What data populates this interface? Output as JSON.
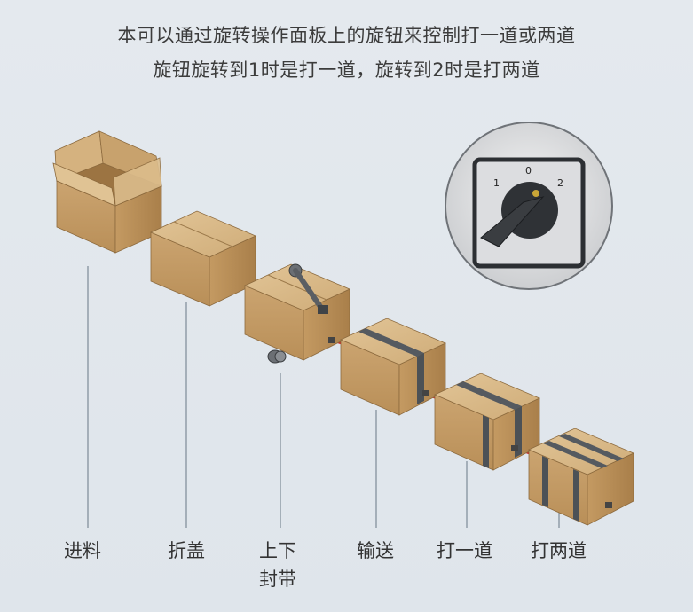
{
  "caption": {
    "line1": "本可以通过旋转操作面板上的旋钮来控制打一道或两道",
    "line2": "旋钮旋转到1时是打一道，旋转到2时是打两道"
  },
  "knob": {
    "pos_1": "1",
    "pos_0": "0",
    "pos_2": "2"
  },
  "stages": [
    {
      "label": "进料"
    },
    {
      "label": "折盖"
    },
    {
      "label": "上下",
      "label2": "封带"
    },
    {
      "label": "输送"
    },
    {
      "label": "打一道"
    },
    {
      "label": "打两道"
    }
  ],
  "colors": {
    "cardboard_top": "#d8b887",
    "cardboard_front": "#c79e66",
    "cardboard_side": "#b88c55",
    "tape": "#cc2a2a",
    "strap": "#555a60",
    "knob": "#2f3236"
  }
}
